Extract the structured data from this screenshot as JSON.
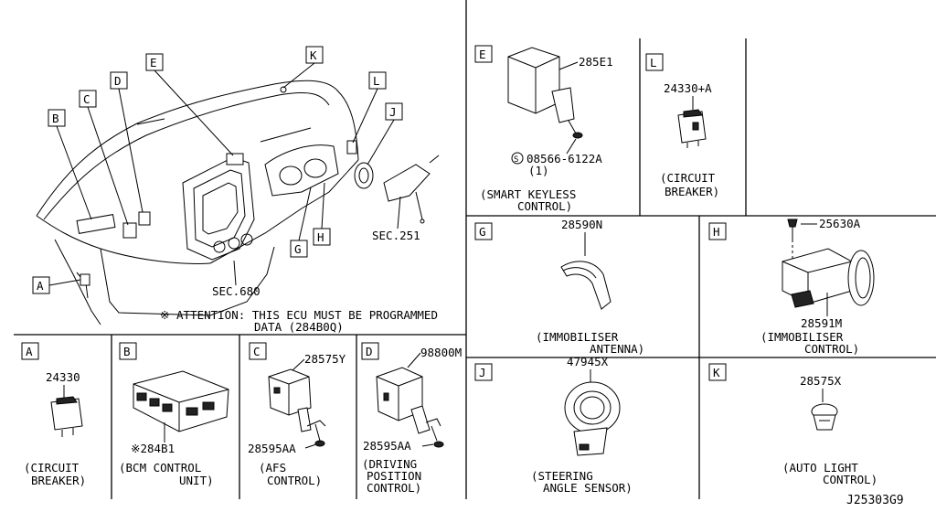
{
  "overview": {
    "callouts": [
      "A",
      "B",
      "C",
      "D",
      "E",
      "G",
      "H",
      "J",
      "K",
      "L"
    ],
    "sec_251": "SEC.251",
    "sec_680": "SEC.680",
    "attention_line1": "※ ATTENTION: THIS ECU MUST BE PROGRAMMED",
    "attention_line2": "DATA (284B0Q)"
  },
  "panels": {
    "A": {
      "letter": "A",
      "part": "24330",
      "desc1": "(CIRCUIT",
      "desc2": "BREAKER)"
    },
    "B": {
      "letter": "B",
      "part": "※284B1",
      "desc1": "(BCM CONTROL",
      "desc2": "UNIT)"
    },
    "C": {
      "letter": "C",
      "part": "28575Y",
      "part2": "28595AA",
      "desc1": "(AFS",
      "desc2": "CONTROL)"
    },
    "D": {
      "letter": "D",
      "part": "98800M",
      "part2": "28595AA",
      "desc1": "(DRIVING",
      "desc2": "POSITION",
      "desc3": "CONTROL)"
    },
    "E": {
      "letter": "E",
      "part": "285E1",
      "bolt": "08566-6122A",
      "bolt_qty": "(1)",
      "bolt_symbol": "S",
      "desc1": "(SMART KEYLESS",
      "desc2": "CONTROL)"
    },
    "L": {
      "letter": "L",
      "part": "24330+A",
      "desc1": "(CIRCUIT",
      "desc2": "BREAKER)"
    },
    "G": {
      "letter": "G",
      "part": "28590N",
      "desc1": "(IMMOBILISER",
      "desc2": "ANTENNA)"
    },
    "H": {
      "letter": "H",
      "part": "25630A",
      "part2": "28591M",
      "desc1": "(IMMOBILISER",
      "desc2": "CONTROL)"
    },
    "J": {
      "letter": "J",
      "part": "47945X",
      "desc1": "(STEERING",
      "desc2": "ANGLE SENSOR)"
    },
    "K": {
      "letter": "K",
      "part": "28575X",
      "desc1": "(AUTO LIGHT",
      "desc2": "CONTROL)"
    }
  },
  "drawing_id": "J25303G9"
}
